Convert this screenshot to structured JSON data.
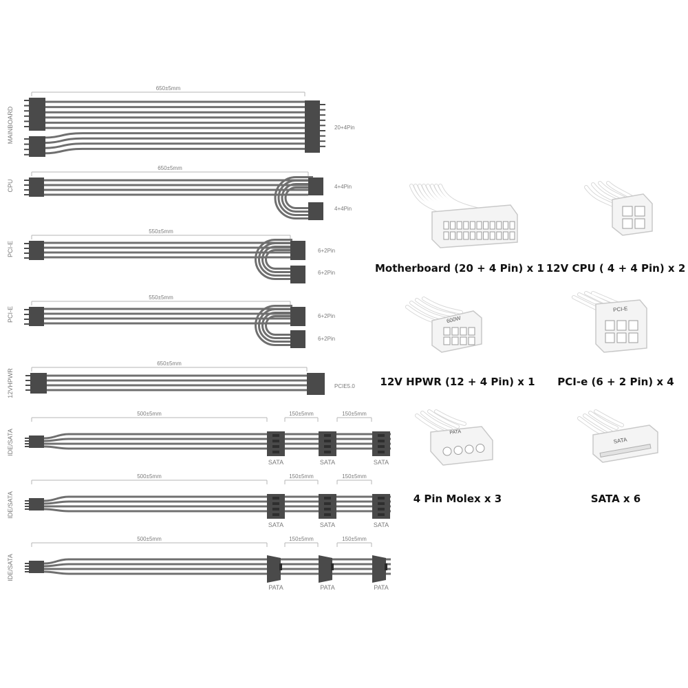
{
  "colors": {
    "cable": "#6f6f6f",
    "connector": "#4a4a4a",
    "dim_line": "#b5b5b5",
    "label": "#7a7a7a",
    "caption": "#111111"
  },
  "cables": [
    {
      "label": "MAINBOARD",
      "length": "650±5mm",
      "ends": [
        "20+4Pin"
      ]
    },
    {
      "label": "CPU",
      "length": "650±5mm",
      "ends": [
        "4+4Pin",
        "4+4Pin"
      ]
    },
    {
      "label": "PCI-E",
      "length": "550±5mm",
      "ends": [
        "6+2Pin",
        "6+2Pin"
      ]
    },
    {
      "label": "PCI-E",
      "length": "550±5mm",
      "ends": [
        "6+2Pin",
        "6+2Pin"
      ]
    },
    {
      "label": "12VHPWR",
      "length": "650±5mm",
      "ends": [
        "PCIE5.0"
      ]
    },
    {
      "label": "IDE/SATA",
      "lengths": [
        "500±5mm",
        "150±5mm",
        "150±5mm"
      ],
      "ends": [
        "SATA",
        "SATA",
        "SATA"
      ]
    },
    {
      "label": "IDE/SATA",
      "lengths": [
        "500±5mm",
        "150±5mm",
        "150±5mm"
      ],
      "ends": [
        "SATA",
        "SATA",
        "SATA"
      ]
    },
    {
      "label": "IDE/SATA",
      "lengths": [
        "500±5mm",
        "150±5mm",
        "150±5mm"
      ],
      "ends": [
        "PATA",
        "PATA",
        "PATA"
      ]
    }
  ],
  "connectors": [
    {
      "icon": "motherboard-connector-icon",
      "caption": "Motherboard (20 + 4 Pin) x 1"
    },
    {
      "icon": "cpu-connector-icon",
      "caption": "12V CPU ( 4 + 4 Pin) x 2"
    },
    {
      "icon": "hpwr-connector-icon",
      "caption": "12V HPWR (12 + 4 Pin) x 1",
      "marking": "600W"
    },
    {
      "icon": "pcie-connector-icon",
      "caption": "PCI-e (6 + 2 Pin) x 4",
      "marking": "PCI-E"
    },
    {
      "icon": "molex-connector-icon",
      "caption": "4 Pin Molex x 3",
      "marking": "PATA"
    },
    {
      "icon": "sata-connector-icon",
      "caption": "SATA x 6",
      "marking": "SATA"
    }
  ]
}
